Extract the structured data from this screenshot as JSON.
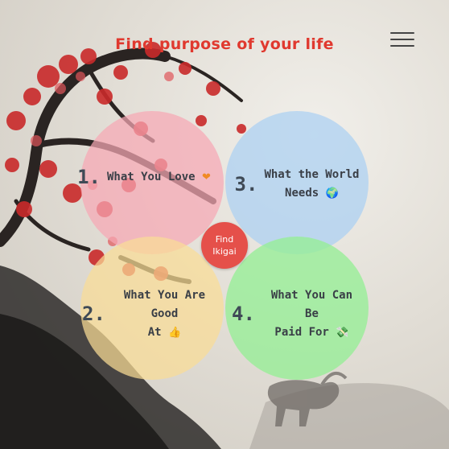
{
  "header": {
    "title": "Find purpose of your life",
    "menu_icon": "hamburger-menu-icon"
  },
  "circles": [
    {
      "number": "1.",
      "label_lines": [
        "What You Love"
      ],
      "icon": "❤"
    },
    {
      "number": "3.",
      "label_lines": [
        "What the World",
        "Needs"
      ],
      "icon": "🌍"
    },
    {
      "number": "2.",
      "label_lines": [
        "What You Are Good",
        "At"
      ],
      "icon": "👍"
    },
    {
      "number": "4.",
      "label_lines": [
        "What You Can Be",
        "Paid For"
      ],
      "icon": "💸"
    }
  ],
  "center_button": {
    "line1": "Find",
    "line2": "Ikigai"
  },
  "colors": {
    "title": "#e0392f",
    "love": "#f6a7b4",
    "world": "#aad0f2",
    "good": "#fadc96",
    "paid": "#96ee96",
    "find_button": "#e5504a"
  }
}
